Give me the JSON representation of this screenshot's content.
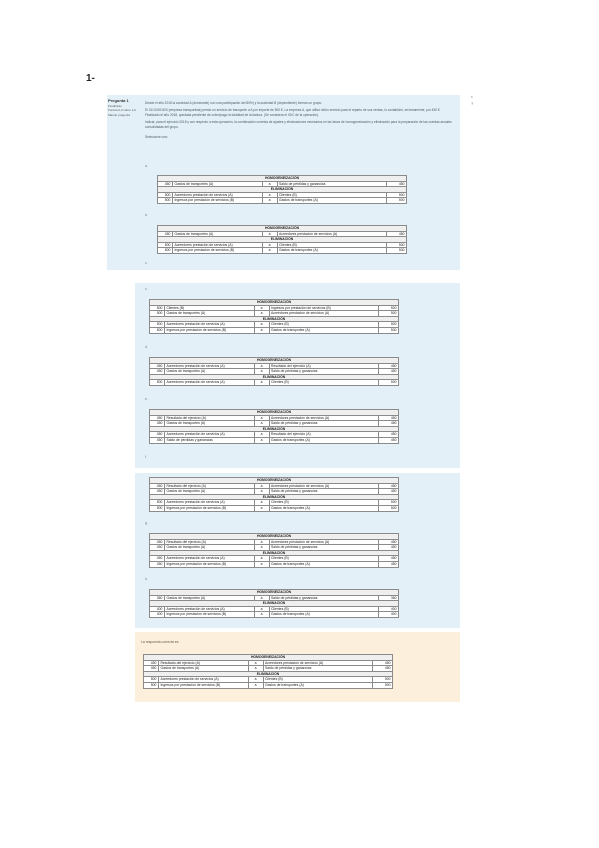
{
  "page_number": "1-",
  "question_info": {
    "number": "Pregunta 1",
    "status": "Finalizado",
    "score": "Puntúa 0,0 sobre 1,0",
    "flag": "Marcar pregunta"
  },
  "right_margin": [
    "º",
    "?"
  ],
  "question_text": [
    "Desde el año 2015 la sociedad A (dominante) con una participación del 80%) y la sociedad B (dependiente) forman un grupo.",
    "El 31/10/2018 B (empresa transportista) prestó un servicio de transporte a A por importe de 500 €. La empresa A, que utilizó dicho servicio para el reparto de sus ventas, lo contabilizó, erróneamente, por 450 €. Finalizado el año 2018, quedaba pendiente de cobro/pago la totalidad de la factura. (Se considera el IGIC de la operación).",
    "Indicar, para el ejercicio 2018 y con respecto a esta operación, la combinación correcta de ajustes y eliminaciones necesarios en las fases de homogeneización y eliminación para la preparación de las cuentas anuales consolidadas del grupo."
  ],
  "select_prompt": "Seleccione una:",
  "correct_answer_label": "La respuesta correcta es:",
  "homog_label": "HOMOGENEIZACIÓN",
  "elim_label": "ELIMINACIÓN",
  "options": [
    {
      "letter": "a.",
      "homog": [
        [
          "450",
          "Gastos de transportes (A)",
          "a",
          "Saldo de pérdidas y ganancias",
          "450"
        ]
      ],
      "elim": [
        [
          "500",
          "Acreedores prestación de servicios (A)",
          "a",
          "Clientes (B)",
          "500"
        ],
        [
          "500",
          "Ingresos por prestación de servicios (B)",
          "a",
          "Gastos de transportes (A)",
          "500"
        ]
      ]
    },
    {
      "letter": "b.",
      "homog": [
        [
          "450",
          "Gastos de transportes (A)",
          "a",
          "Acreedores prestación de servicios (A)",
          "450"
        ]
      ],
      "elim": [
        [
          "500",
          "Acreedores prestación de servicios (A)",
          "a",
          "Clientes (B)",
          "500"
        ],
        [
          "500",
          "Ingresos por prestación de servicios (B)",
          "a",
          "Gastos de transportes (A)",
          "500"
        ]
      ]
    },
    {
      "letter": "c.",
      "homog": [
        [
          "500",
          "Clientes (B)",
          "a",
          "Ingresos por prestación de servicios (B)",
          "500"
        ],
        [
          "500",
          "Gastos de transportes (A)",
          "a",
          "Acreedores prestación de servicios (A)",
          "500"
        ]
      ],
      "elim": [
        [
          "500",
          "Acreedores prestación de servicios (A)",
          "a",
          "Clientes (B)",
          "500"
        ],
        [
          "500",
          "Ingresos por prestación de servicios (B)",
          "a",
          "Gastos de transportes (A)",
          "500"
        ]
      ]
    },
    {
      "letter": "d.",
      "homog": [
        [
          "450",
          "Acreedores prestación de servicios (A)",
          "a",
          "Resultado del ejercicio (A)",
          "450"
        ],
        [
          "450",
          "Gastos de transportes (A)",
          "a",
          "Saldo de pérdidas y ganancias",
          "450"
        ]
      ],
      "elim": [
        [
          "500",
          "Acreedores prestación de servicios (A)",
          "a",
          "Clientes (B)",
          "500"
        ]
      ]
    },
    {
      "letter": "e.",
      "homog": [
        [
          "450",
          "Resultado del ejercicio (A)",
          "a",
          "Acreedores prestación de servicios (A)",
          "450"
        ],
        [
          "450",
          "Gastos de transportes (A)",
          "a",
          "Saldo de pérdidas y ganancias",
          "450"
        ]
      ],
      "elim": [
        [
          "450",
          "Acreedores prestación de servicios (A)",
          "a",
          "Resultado del ejercicio (A)",
          "450"
        ],
        [
          "450",
          "Saldo de pérdidas y ganancias",
          "a",
          "Gastos de transportes (A)",
          "450"
        ]
      ]
    },
    {
      "letter": "f.",
      "homog": [
        [
          "450",
          "Resultado del ejercicio (A)",
          "a",
          "Acreedores prestación de servicios (A)",
          "450"
        ],
        [
          "450",
          "Gastos de transportes (A)",
          "a",
          "Saldo de pérdidas y ganancias",
          "450"
        ]
      ],
      "elim": [
        [
          "500",
          "Acreedores prestación de servicios (A)",
          "a",
          "Clientes (B)",
          "500"
        ],
        [
          "500",
          "Ingresos por prestación de servicios (B)",
          "a",
          "Gastos de transportes (A)",
          "500"
        ]
      ]
    },
    {
      "letter": "g.",
      "homog": [
        [
          "450",
          "Resultado del ejercicio (A)",
          "a",
          "Acreedores prestación de servicios (A)",
          "450"
        ],
        [
          "450",
          "Gastos de transportes (A)",
          "a",
          "Saldo de pérdidas y ganancias",
          "450"
        ]
      ],
      "elim": [
        [
          "450",
          "Acreedores prestación de servicios (A)",
          "a",
          "Clientes (B)",
          "450"
        ],
        [
          "450",
          "Ingresos por prestación de servicios (B)",
          "a",
          "Gastos de transportes (A)",
          "450"
        ]
      ]
    },
    {
      "letter": "h.",
      "homog": [
        [
          "360",
          "Gastos de transportes (A)",
          "a",
          "Saldo de pérdidas y ganancias",
          "360"
        ]
      ],
      "elim": [
        [
          "400",
          "Acreedores prestación de servicios (A)",
          "a",
          "Clientes (B)",
          "400"
        ],
        [
          "400",
          "Ingresos por prestación de servicios (B)",
          "a",
          "Gastos de transportes (A)",
          "400"
        ]
      ]
    }
  ],
  "correct": {
    "homog": [
      [
        "450",
        "Resultado del ejercicio (A)",
        "a",
        "Acreedores prestación de servicios (A)",
        "450"
      ],
      [
        "450",
        "Gastos de transportes (A)",
        "a",
        "Saldo de pérdidas y ganancias",
        "450"
      ]
    ],
    "elim": [
      [
        "500",
        "Acreedores prestación de servicios (A)",
        "a",
        "Clientes (B)",
        "500"
      ],
      [
        "500",
        "Ingresos por prestación de servicios (B)",
        "a",
        "Gastos de transportes (A)",
        "500"
      ]
    ]
  }
}
